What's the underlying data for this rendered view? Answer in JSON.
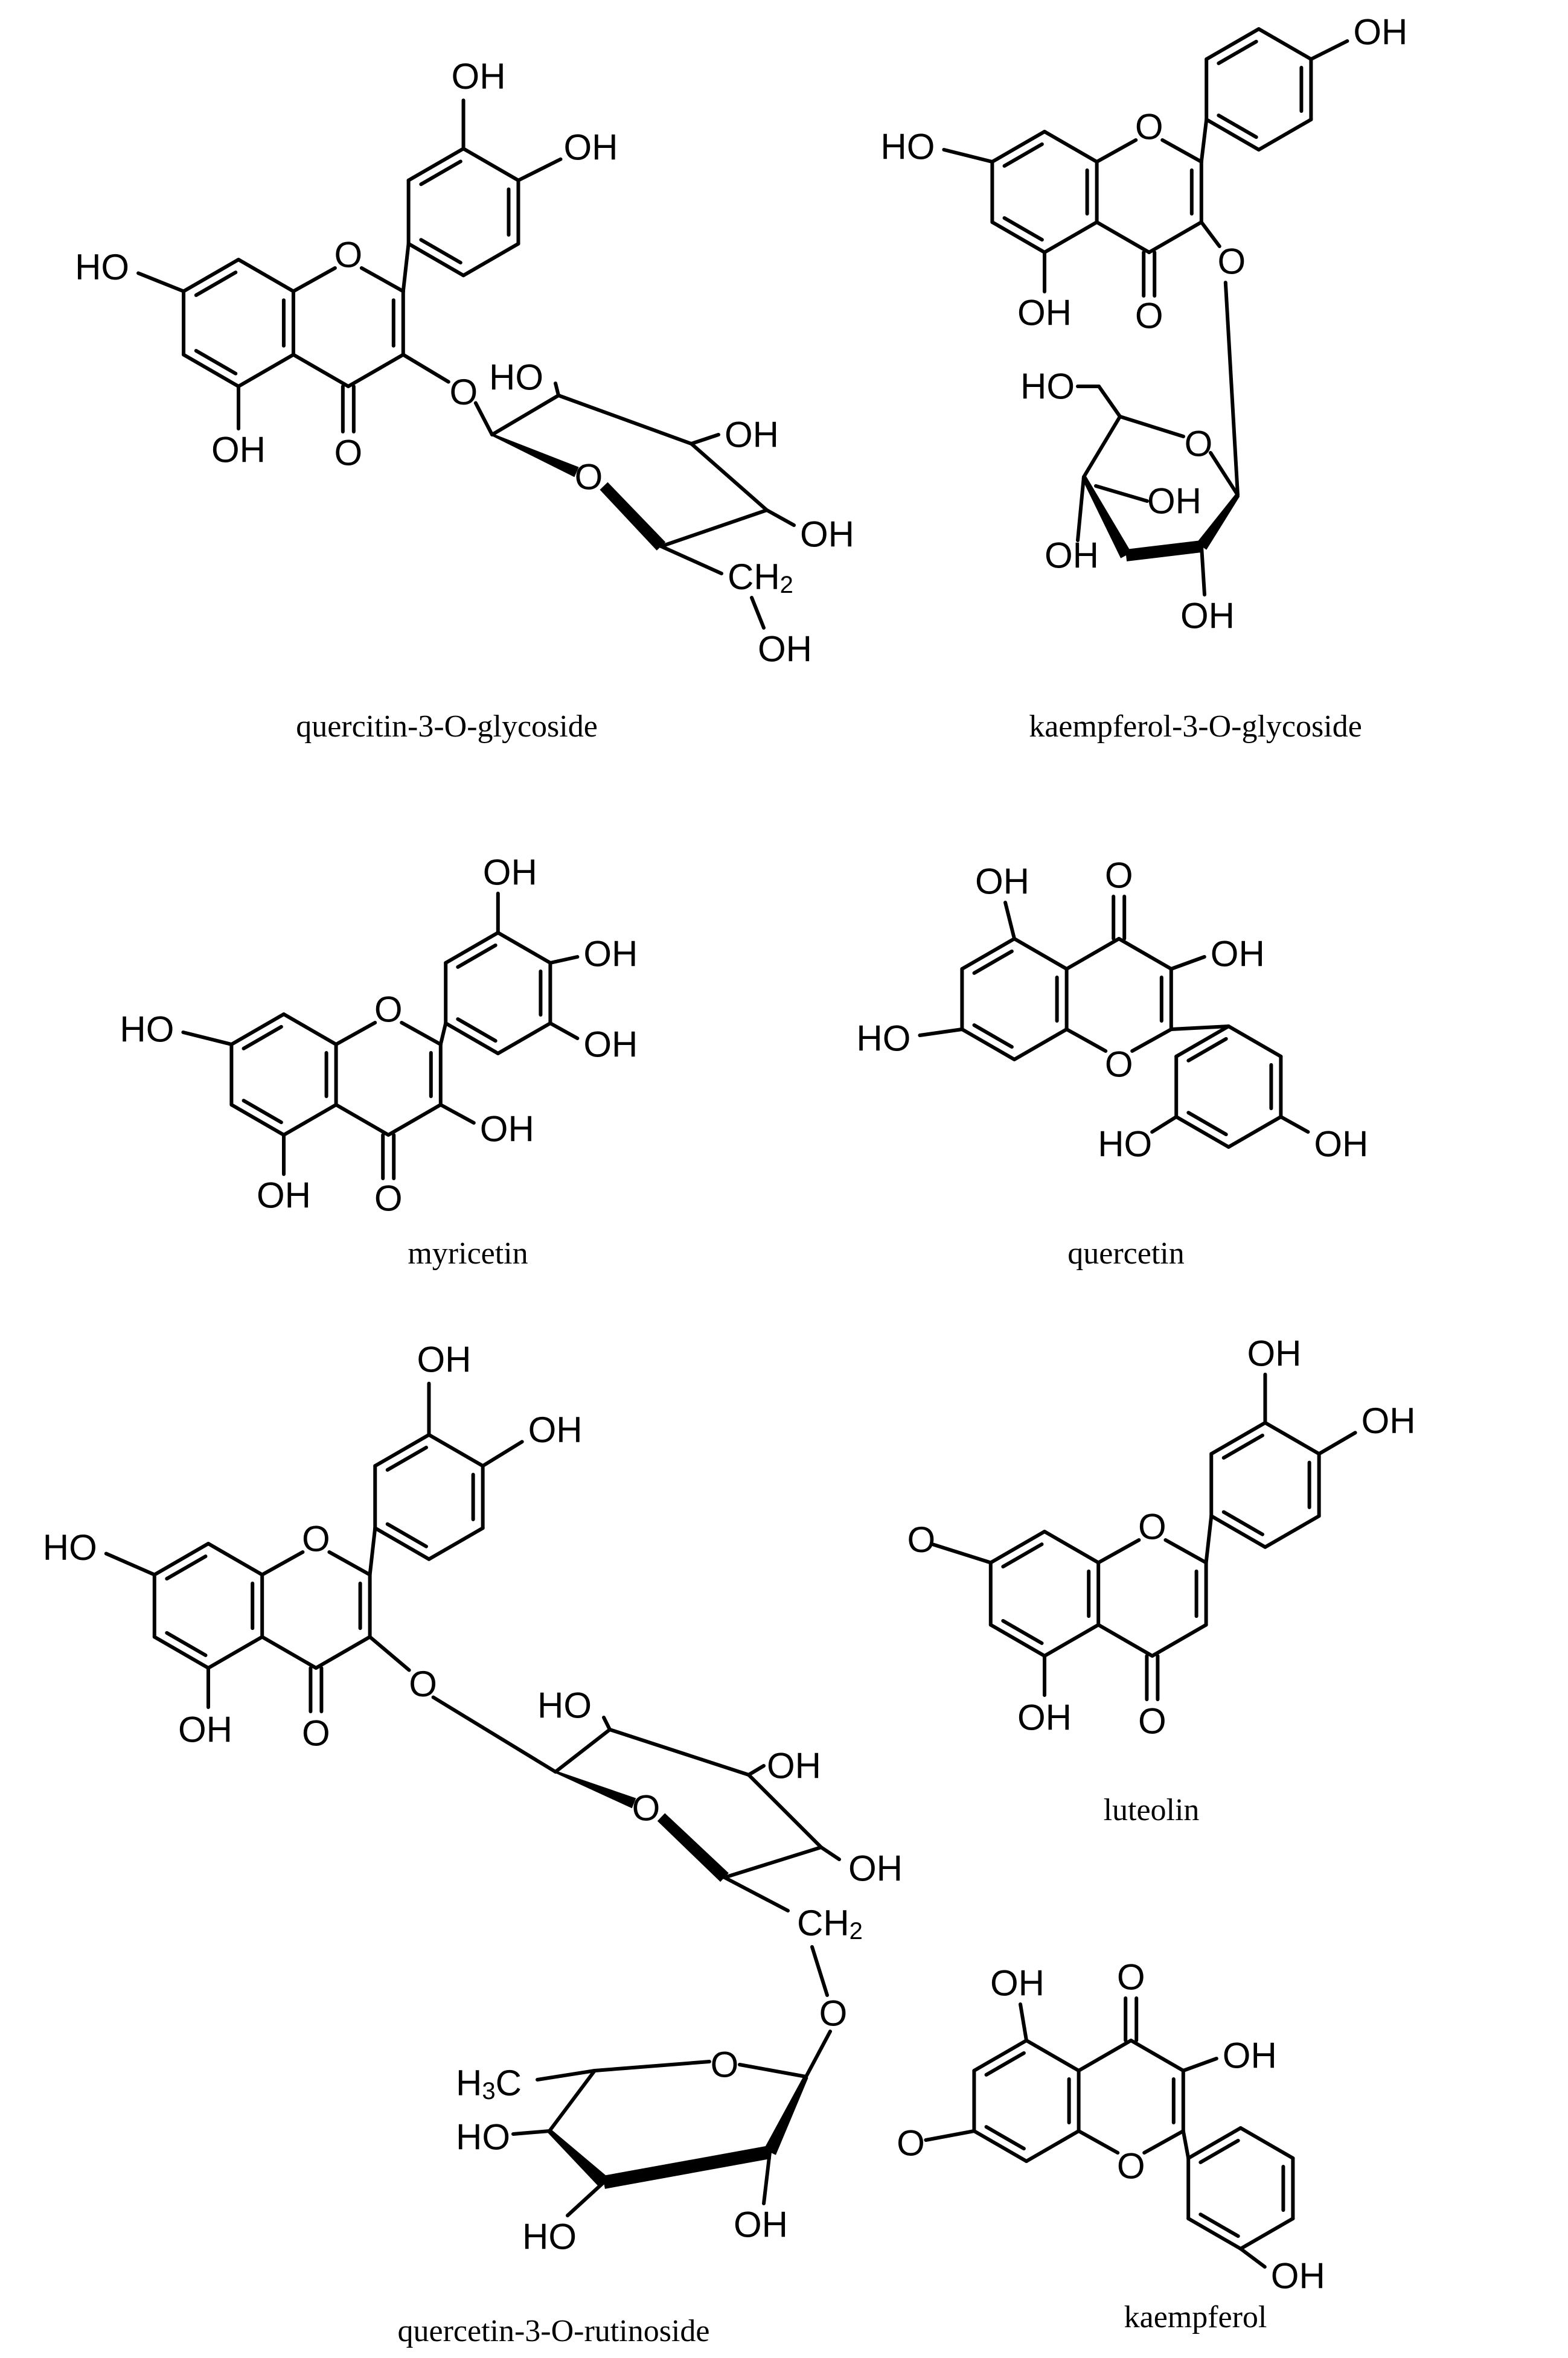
{
  "atoms": {
    "OH": "OH",
    "HO": "HO",
    "O": "O",
    "CH": "CH",
    "H": "H",
    "C": "C",
    "two": "2",
    "three": "3"
  },
  "molecules": [
    {
      "id": "quercitin-3-o-glycoside",
      "label": "quercitin-3-O-glycoside"
    },
    {
      "id": "kaempferol-3-o-glycoside",
      "label": "kaempferol-3-O-glycoside"
    },
    {
      "id": "myricetin",
      "label": "myricetin"
    },
    {
      "id": "quercetin",
      "label": "quercetin"
    },
    {
      "id": "quercetin-3-o-rutinoside",
      "label": "quercetin-3-O-rutinoside"
    },
    {
      "id": "luteolin",
      "label": "luteolin"
    },
    {
      "id": "kaempferol",
      "label": "kaempferol"
    }
  ],
  "colors": {
    "ink": "#000000",
    "paper": "#ffffff"
  }
}
